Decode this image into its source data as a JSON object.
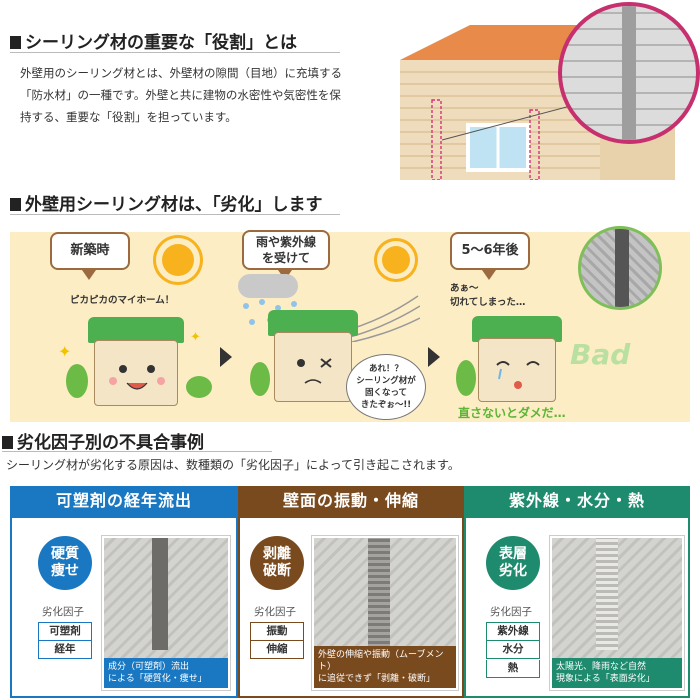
{
  "section1": {
    "heading": "シーリング材の重要な「役割」とは",
    "lines": [
      "外壁用のシーリング材とは、外壁材の隙間（目地）に充填する",
      "「防水材」の一種です。外壁と共に建物の水密性や気密性を保",
      "持する、重要な「役割」を担っています。"
    ]
  },
  "section2": {
    "heading": "外壁用シーリング材は、「劣化」します",
    "stage1": {
      "bubble": "新築時",
      "caption": "ピカピカのマイホーム！"
    },
    "stage2": {
      "bubble_line1": "雨や紫外線",
      "bubble_line2": "を受けて",
      "thought_line1": "あれ！？",
      "thought_line2": "シーリング材が",
      "thought_line3": "固くなって",
      "thought_line4": "きたぞぉ～!!"
    },
    "stage3": {
      "bubble": "5～6年後",
      "caption_line1": "あぁ～",
      "caption_line2": "切れてしまった…",
      "bad_label": "Bad",
      "warning": "直さないとダメだ…"
    }
  },
  "section3": {
    "heading": "劣化因子別の不具合事例",
    "intro": "シーリング材が劣化する原因は、数種類の「劣化因子」によって引き起こされます。",
    "factor_label": "劣化因子",
    "columns": [
      {
        "title": "可塑剤の経年流出",
        "color": "#1a78c2",
        "badge_line1": "硬質",
        "badge_line2": "痩せ",
        "factors": [
          "可塑剤",
          "経年"
        ],
        "caption_line1": "成分（可塑剤）流出",
        "caption_line2": "による「硬質化・痩せ」"
      },
      {
        "title": "壁面の振動・伸縮",
        "color": "#7a4a1f",
        "badge_line1": "剥離",
        "badge_line2": "破断",
        "factors": [
          "振動",
          "伸縮"
        ],
        "caption_line1": "外壁の伸縮や振動（ムーブメント）",
        "caption_line2": "に追従できず「剥離・破断」"
      },
      {
        "title": "紫外線・水分・熱",
        "color": "#1e8a6e",
        "badge_line1": "表層",
        "badge_line2": "劣化",
        "factors": [
          "紫外線",
          "水分",
          "熱"
        ],
        "caption_line1": "太陽光、降雨など自然",
        "caption_line2": "現象による「表面劣化」"
      }
    ]
  }
}
